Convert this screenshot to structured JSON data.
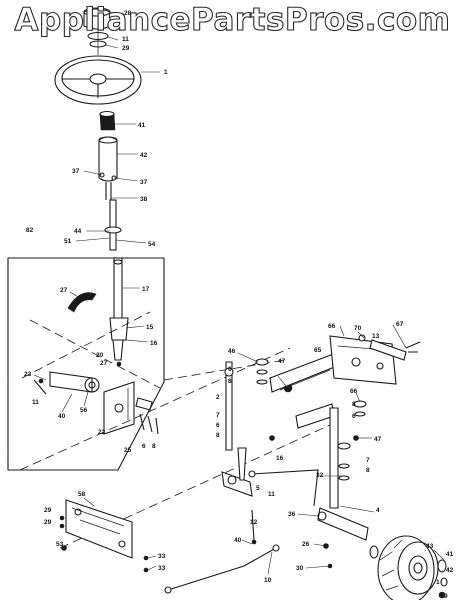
{
  "watermark": {
    "text": "AppliancePartsPros.com"
  },
  "callouts": {
    "c1": "28",
    "c2": "11",
    "c3": "29",
    "c4": "1",
    "c5": "41",
    "c6": "42",
    "c7": "37",
    "c8": "37",
    "c9": "38",
    "c10": "44",
    "c11": "51",
    "c12": "54",
    "c13": "82",
    "c14": "27",
    "c15": "17",
    "c16": "15",
    "c17": "16",
    "c18": "20",
    "c19": "27",
    "c20": "23",
    "c21": "11",
    "c22": "40",
    "c23": "56",
    "c24": "22",
    "c25": "25",
    "c26": "6",
    "c27": "8",
    "c28": "46",
    "c29": "6",
    "c30": "8",
    "c31": "47",
    "c32": "2",
    "c33": "7",
    "c34": "6",
    "c35": "8",
    "c36": "16",
    "c37": "66",
    "c38": "70",
    "c39": "13",
    "c40": "67",
    "c41": "65",
    "c42": "66",
    "c43": "8",
    "c44": "6",
    "c45": "47",
    "c46": "7",
    "c47": "8",
    "c48": "32",
    "c49": "36",
    "c50": "4",
    "c51": "43",
    "c52": "26",
    "c53": "30",
    "c54": "41",
    "c55": "58",
    "c56": "29",
    "c57": "29",
    "c58": "53",
    "c59": "33",
    "c60": "33",
    "c61": "10",
    "c62": "40",
    "c63": "5",
    "c64": "11",
    "c65": "12",
    "c66": "1",
    "c67": "42",
    "c68": "9"
  }
}
